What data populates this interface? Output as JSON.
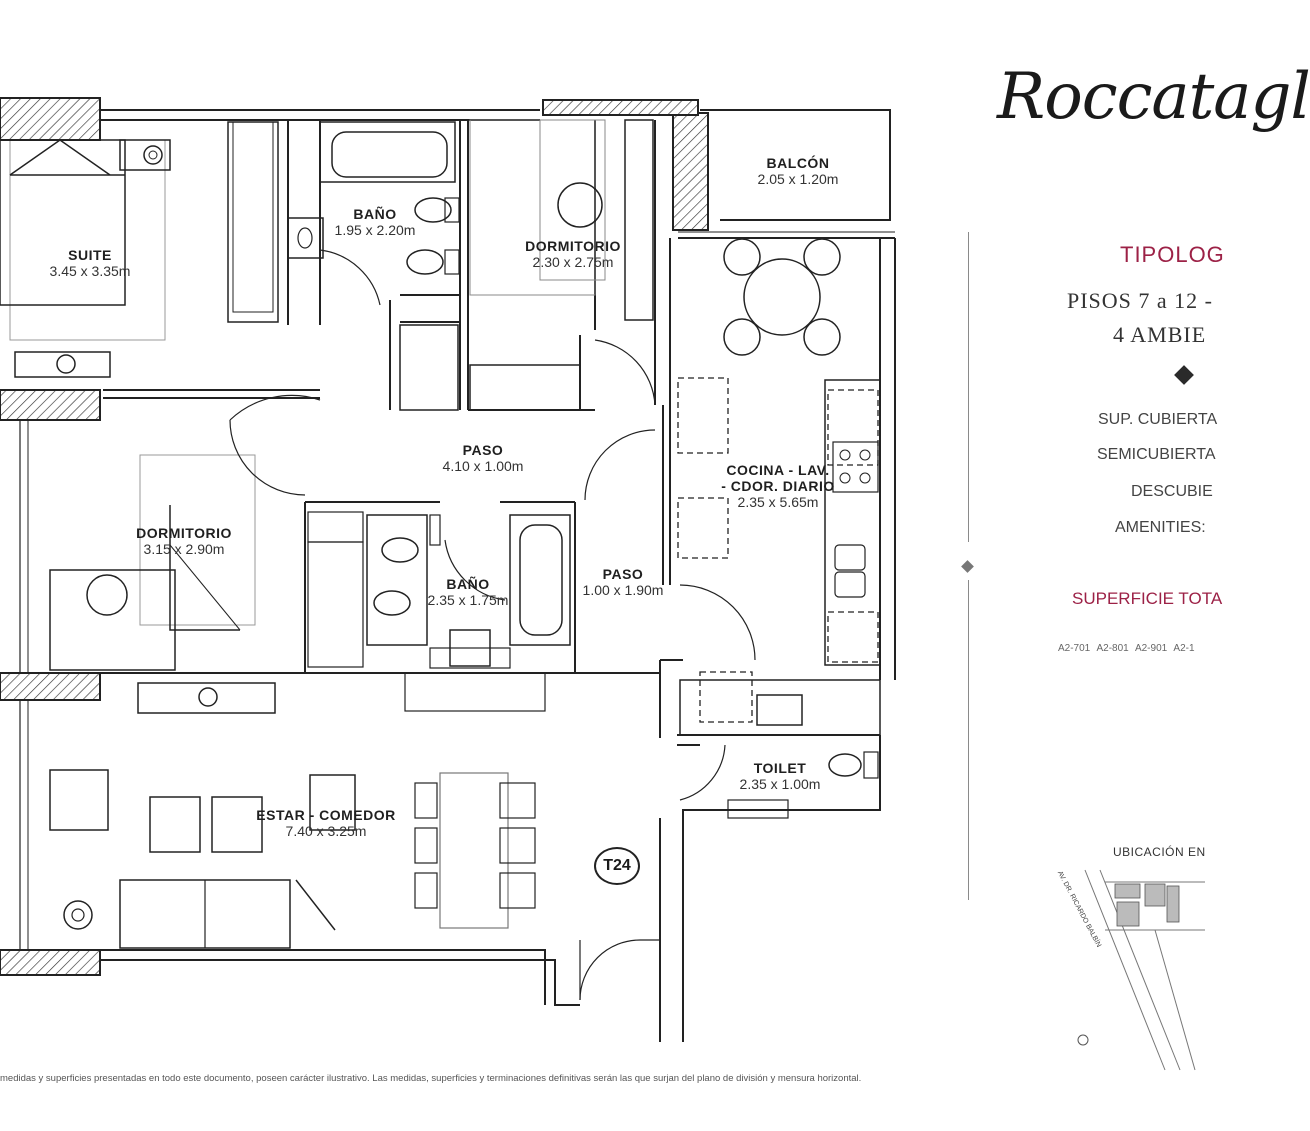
{
  "brand": {
    "logo_text": "Roccatagl"
  },
  "sidebar": {
    "tipologia": "TIPOLOG",
    "pisos": "PISOS 7 a 12 -",
    "ambientes": "4 AMBIE",
    "rows": [
      {
        "label": "SUP. CUBIERTA"
      },
      {
        "label": "SEMICUBIERTA"
      },
      {
        "label": "DESCUBIE"
      },
      {
        "label": "AMENITIES:"
      }
    ],
    "total_label": "SUPERFICIE TOTA",
    "units": "A2-701 A2-801 A2-901 A2-1",
    "ubicacion": "UBICACIÓN EN",
    "street": "AV. DR. RICARDO BALBÍN"
  },
  "plan": {
    "unit_code": "T24",
    "rooms": [
      {
        "name": "SUITE",
        "dims": "3.45 x 3.35m"
      },
      {
        "name": "BAÑO",
        "dims": "1.95 x 2.20m"
      },
      {
        "name": "DORMITORIO",
        "dims": "2.30 x 2.75m"
      },
      {
        "name": "BALCÓN",
        "dims": "2.05 x 1.20m"
      },
      {
        "name": "PASO",
        "dims": "4.10 x 1.00m"
      },
      {
        "name": "DORMITORIO",
        "dims": "3.15 x 2.90m"
      },
      {
        "name": "BAÑO",
        "dims": "2.35 x 1.75m"
      },
      {
        "name": "PASO",
        "dims": "1.00 x 1.90m"
      },
      {
        "name": "COCINA - LAV.\n- CDOR. DIARIO",
        "dims": "2.35 x 5.65m"
      },
      {
        "name": "TOILET",
        "dims": "2.35 x 1.00m"
      },
      {
        "name": "ESTAR - COMEDOR",
        "dims": "7.40 x 3.25m"
      }
    ]
  },
  "footer": {
    "disclaimer": "medidas y superficies presentadas en todo este documento, poseen carácter ilustrativo.  Las medidas, superficies y terminaciones definitivas serán las que surjan del plano de división y mensura horizontal."
  }
}
